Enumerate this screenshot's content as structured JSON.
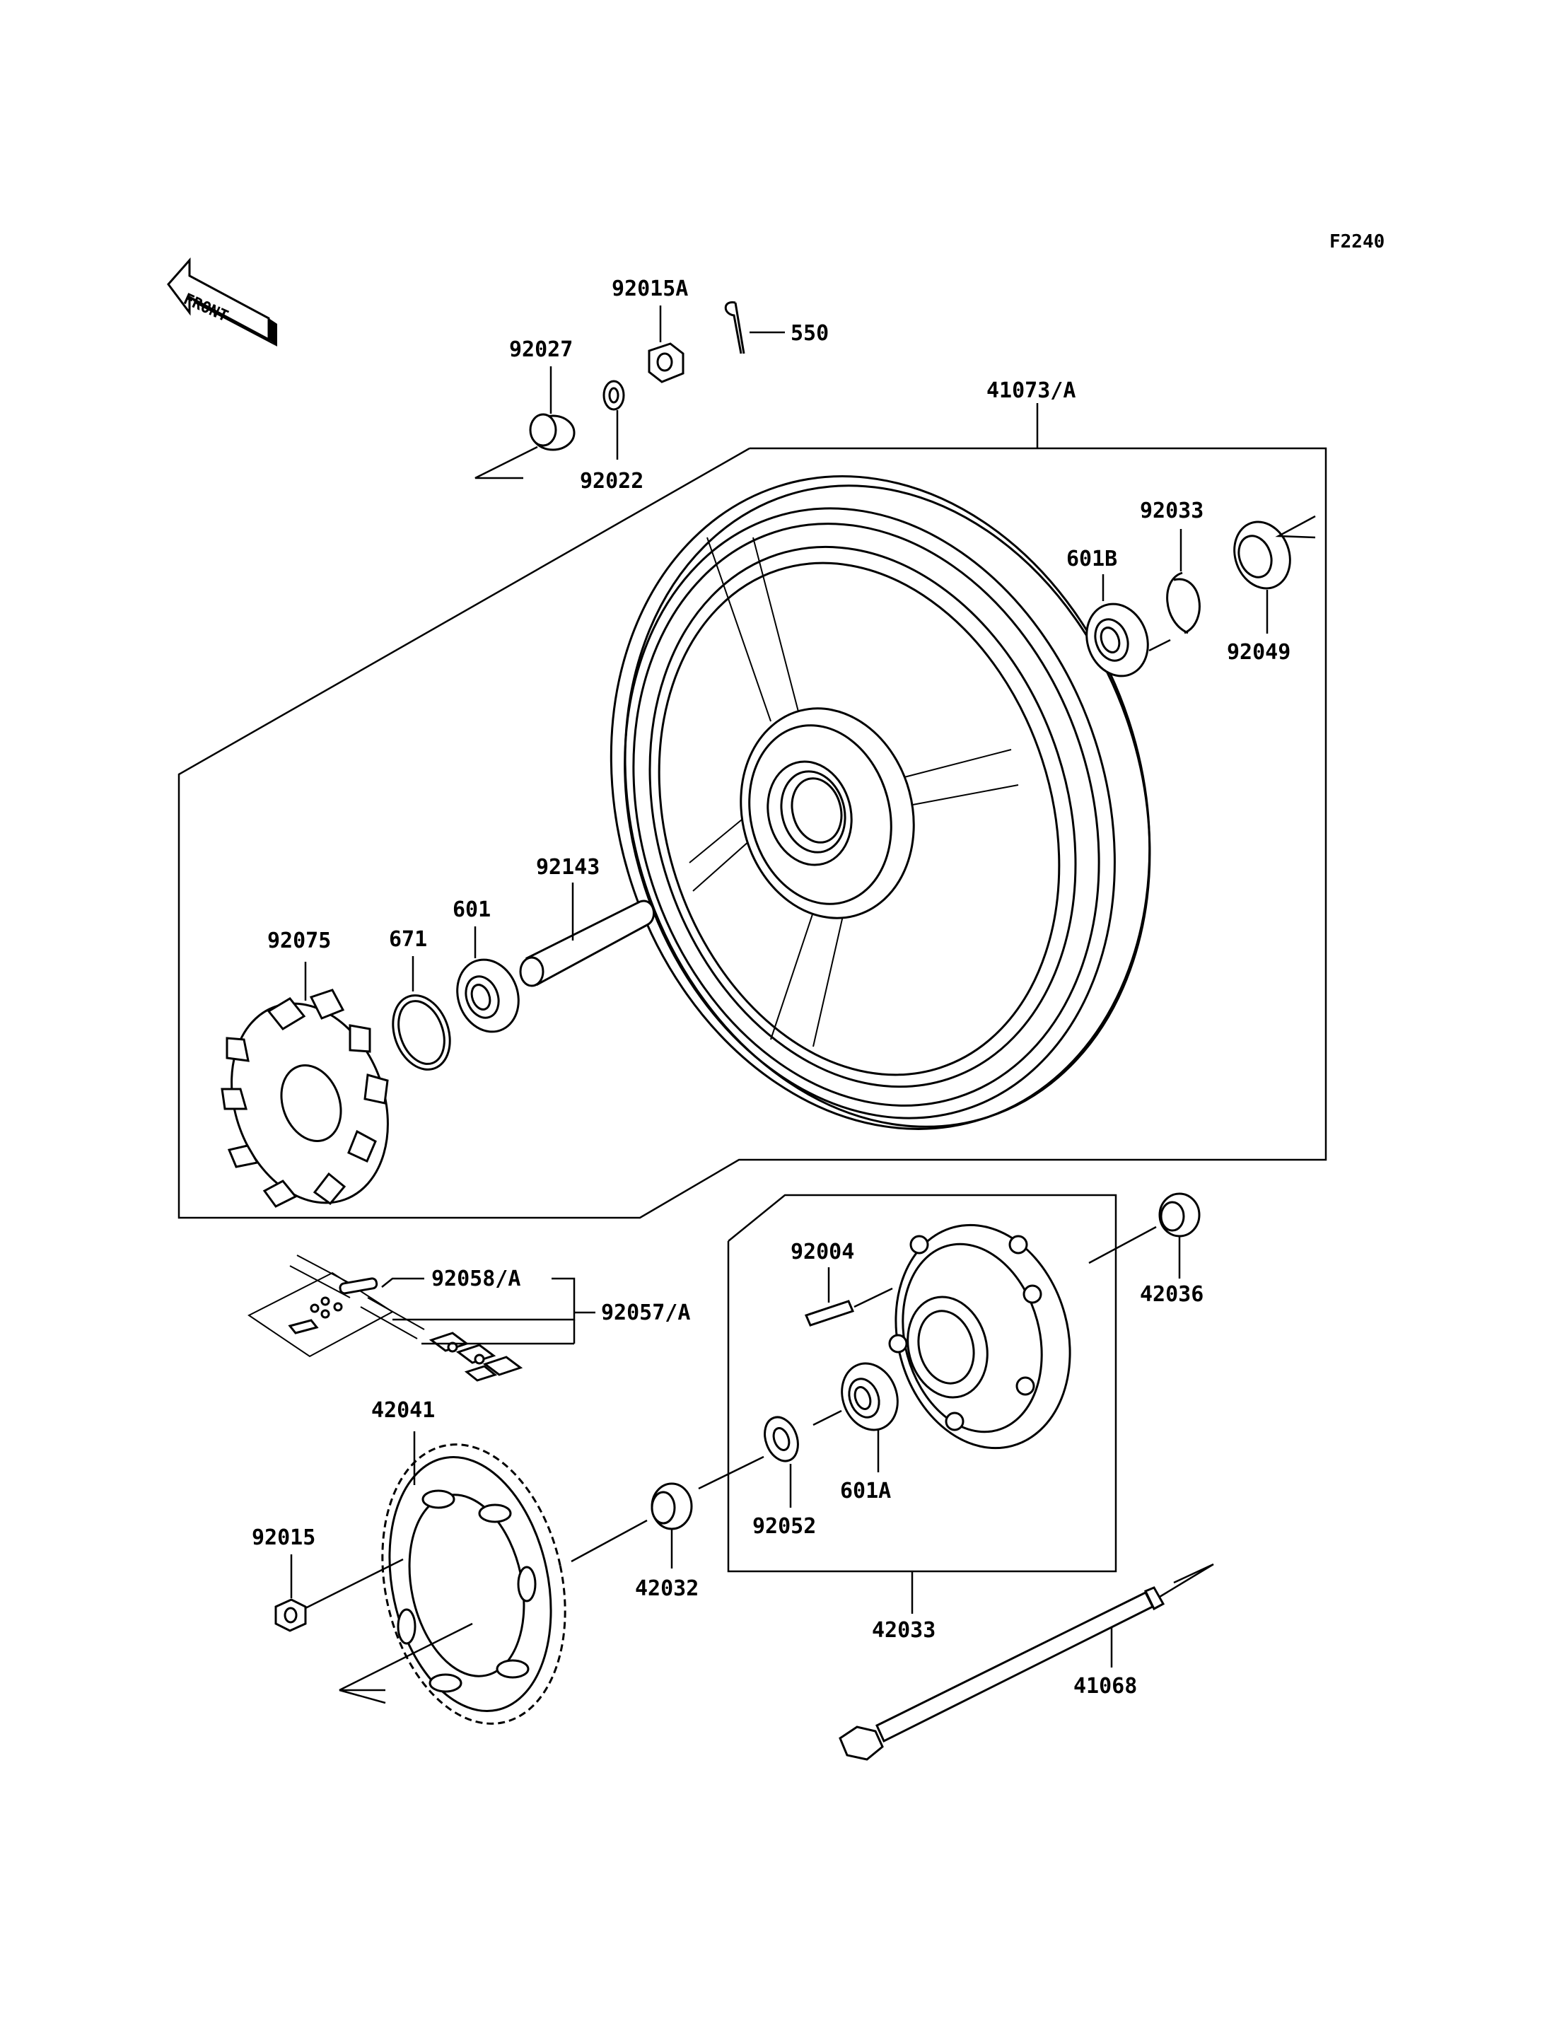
{
  "figure_code": "F2240",
  "front_arrow_label": "FRONT",
  "labels": {
    "p92015A": "92015A",
    "p550": "550",
    "p92027": "92027",
    "p92022": "92022",
    "p41073A": "41073/A",
    "p92033": "92033",
    "p601B": "601B",
    "p92049": "92049",
    "p92143": "92143",
    "p601": "601",
    "p92075": "92075",
    "p671": "671",
    "p92004": "92004",
    "p42036": "42036",
    "p92058A": "92058/A",
    "p92057A": "92057/A",
    "p42041": "42041",
    "p92015": "92015",
    "p601A": "601A",
    "p92052": "92052",
    "p42032": "42032",
    "p42033": "42033",
    "p41068": "41068"
  }
}
